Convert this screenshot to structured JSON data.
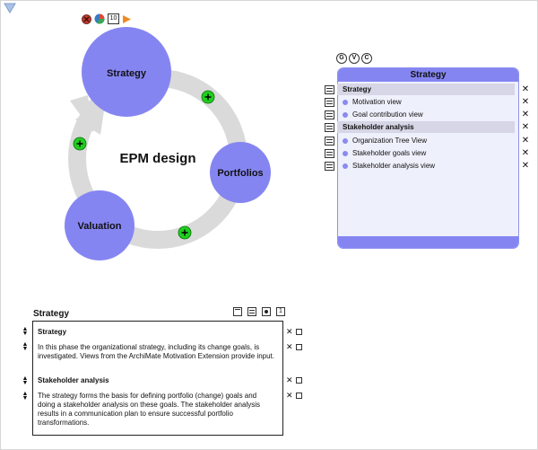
{
  "corner_icon": "triangle-down-icon",
  "toolbar": {
    "icons": [
      "stop-icon",
      "pie-chart-icon",
      "number-box",
      "play-icon"
    ],
    "counter": "10",
    "colors": {
      "stop": "#c0392b",
      "play": "#f08a24"
    }
  },
  "cycle": {
    "center_label": "EPM design",
    "nodes": [
      {
        "label": "Strategy"
      },
      {
        "label": "Portfolios"
      },
      {
        "label": "Valuation"
      }
    ],
    "add_icons": [
      "plus-icon",
      "plus-icon",
      "plus-icon"
    ],
    "colors": {
      "node": "#8585f2",
      "arrow": "#dadada",
      "plus": "#1fcf1f"
    }
  },
  "view_panel": {
    "mode_buttons": [
      "G",
      "V",
      "C"
    ],
    "title": "Strategy",
    "rows": [
      {
        "label": "Strategy",
        "type": "group"
      },
      {
        "label": "Motivation view",
        "type": "item"
      },
      {
        "label": "Goal contribution view",
        "type": "item"
      },
      {
        "label": "Stakeholder analysis",
        "type": "group"
      },
      {
        "label": "Organization Tree View",
        "type": "item"
      },
      {
        "label": "Stakeholder goals view",
        "type": "item"
      },
      {
        "label": "Stakeholder analysis view",
        "type": "item"
      }
    ],
    "colors": {
      "header": "#8585f2",
      "body": "#eef0fb",
      "group_row": "#d6d6e6"
    }
  },
  "section_panel": {
    "title": "Strategy",
    "tools": [
      "window-icon",
      "list-icon",
      "dot-icon",
      "number-box"
    ],
    "tool_number": "1",
    "entries": [
      {
        "text": "Strategy",
        "kind": "heading"
      },
      {
        "text": "In this phase the organizational strategy, including its change goals, is investigated. Views from the ArchiMate Motivation Extension provide input.",
        "kind": "body"
      },
      {
        "text": "Stakeholder analysis",
        "kind": "heading"
      },
      {
        "text": "The strategy forms the basis for defining portfolio (change) goals and doing a stakeholder analysis on these goals. The stakeholder analysis results in a communication plan to ensure successful portfolio transformations.",
        "kind": "body"
      }
    ]
  }
}
